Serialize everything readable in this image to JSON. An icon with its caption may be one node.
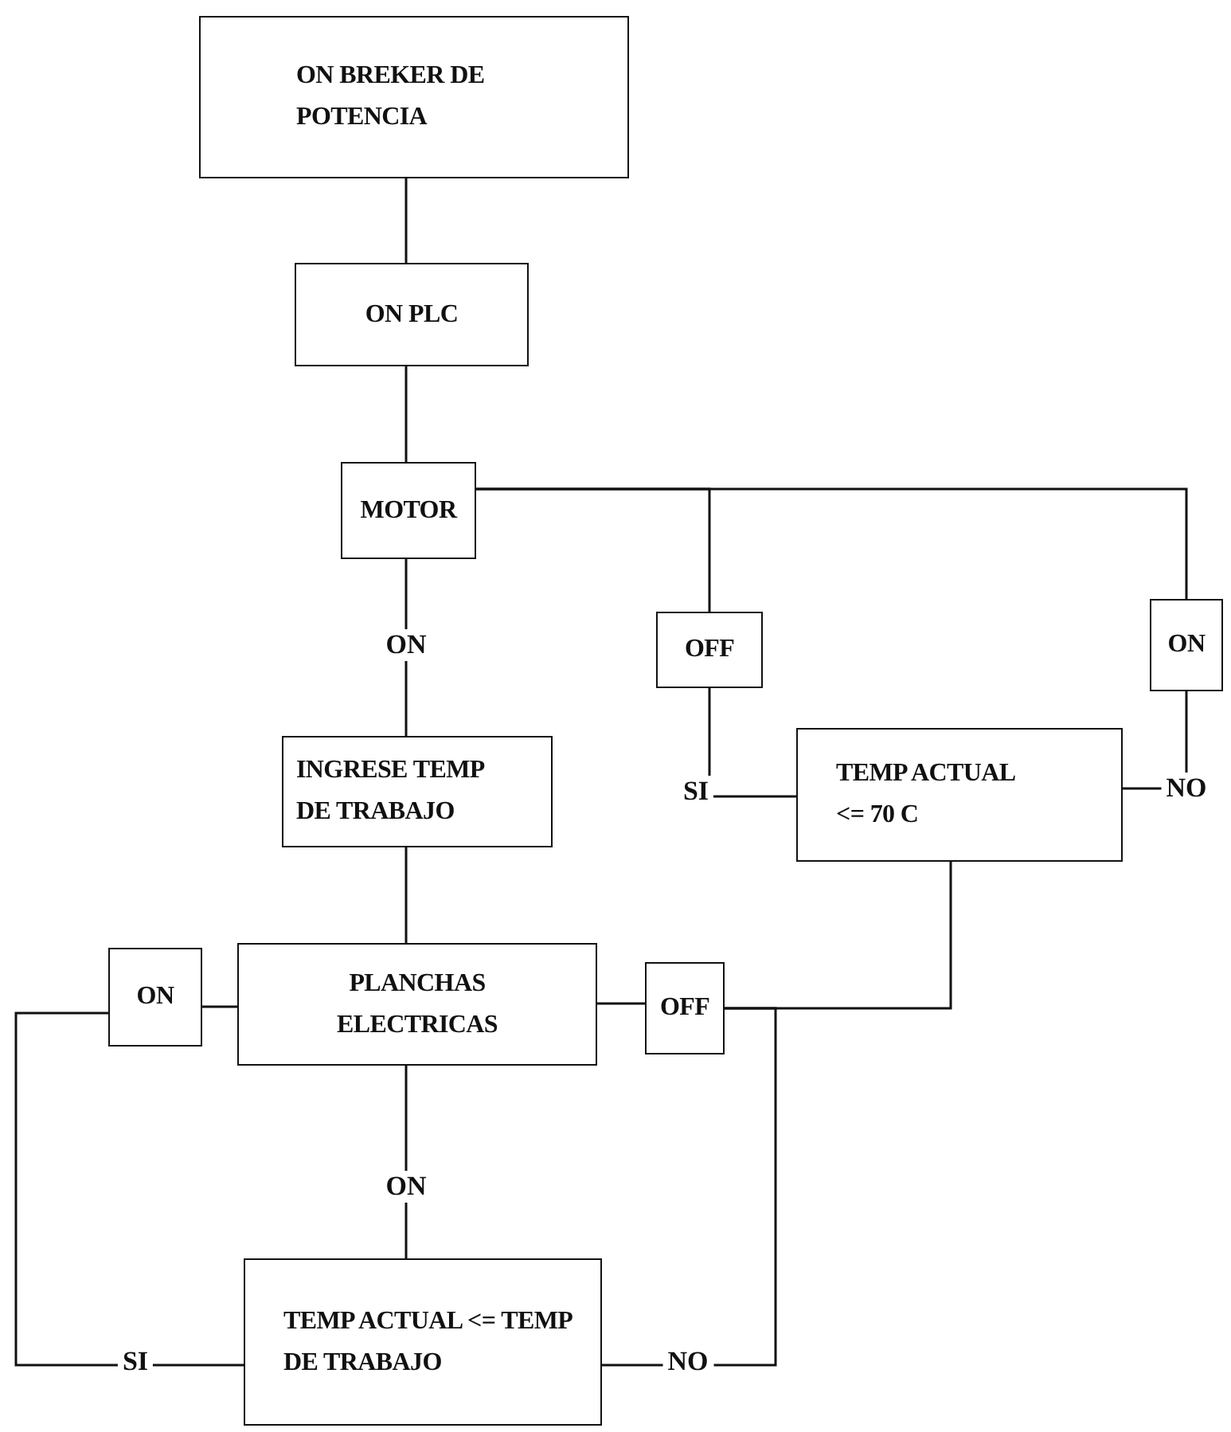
{
  "diagram": {
    "nodes": [
      {
        "text": [
          "ON BREKER DE POTENCIA"
        ]
      },
      {
        "text": [
          "ON PLC"
        ]
      },
      {
        "text": [
          "MOTOR"
        ]
      },
      {
        "text": [
          "OFF"
        ]
      },
      {
        "text": [
          "ON"
        ]
      },
      {
        "text": [
          "INGRESE TEMP DE TRABAJO"
        ]
      },
      {
        "text": [
          "TEMP ACTUAL <= 70 C"
        ]
      },
      {
        "text": [
          "ON"
        ]
      },
      {
        "text": [
          "PLANCHAS ELECTRICAS"
        ]
      },
      {
        "text": [
          "OFF"
        ]
      },
      {
        "text": [
          "TEMP ACTUAL <= TEMP DE TRABAJO"
        ]
      }
    ],
    "edges": [
      {
        "from": 0,
        "to": 1,
        "arrow": "none"
      },
      {
        "from": 1,
        "to": 2,
        "arrow": "none"
      },
      {
        "from": 2,
        "to": 5,
        "arrow": "none",
        "label": "ON"
      },
      {
        "from": 2,
        "to": 3,
        "arrow": "none"
      },
      {
        "from": 2,
        "to": 4,
        "arrow": "none"
      },
      {
        "from": 6,
        "to": 3,
        "arrow": "none",
        "label": "SI"
      },
      {
        "from": 6,
        "to": 4,
        "arrow": "none",
        "label": "NO"
      },
      {
        "from": 5,
        "to": 8,
        "arrow": "none"
      },
      {
        "from": 8,
        "to": 7,
        "arrow": "none"
      },
      {
        "from": 8,
        "to": 9,
        "arrow": "none"
      },
      {
        "from": 8,
        "to": 10,
        "arrow": "none",
        "label": "ON"
      },
      {
        "from": 10,
        "to": 7,
        "arrow": "none",
        "label": "SI"
      },
      {
        "from": 10,
        "to": 9,
        "arrow": "none",
        "label": "NO"
      },
      {
        "from": 6,
        "to": 9,
        "arrow": "none"
      }
    ]
  }
}
